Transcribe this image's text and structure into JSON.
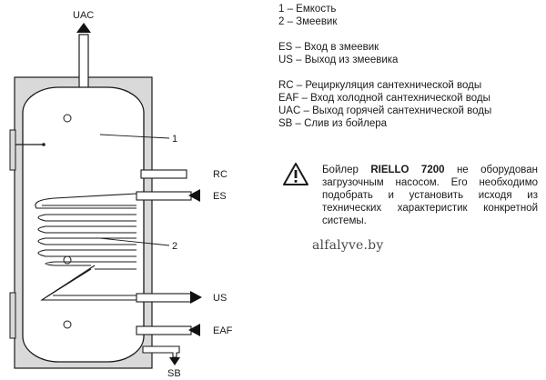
{
  "diagram": {
    "callouts": {
      "tank_number": "1",
      "coil_number": "2"
    },
    "ports": {
      "uac": "UAC",
      "rc": "RC",
      "es": "ES",
      "us": "US",
      "eaf": "EAF",
      "sb": "SB"
    }
  },
  "legend": {
    "group1": [
      "1 – Емкость",
      "2 – Змеевик"
    ],
    "group2": [
      "ES – Вход в змеевик",
      "US – Выход из змеевика"
    ],
    "group3": [
      "RC – Рециркуляция сантехнической воды",
      "EAF – Вход холодной сантехнической воды",
      "UAC – Выход горячей сантехнической воды",
      "SB – Слив из бойлера"
    ]
  },
  "note": {
    "prefix": "Бойлер ",
    "brand": "RIELLO 7200",
    "suffix": " не оборудован загрузочным насосом. Его необходимо подобрать и установить исходя из технических характеристик конкретной системы."
  },
  "watermark": "alfalyve.by",
  "colors": {
    "insulation": "#d9d9d9",
    "tank_fill": "#ffffff",
    "line": "#1a1a1a",
    "arrow": "#111111"
  }
}
